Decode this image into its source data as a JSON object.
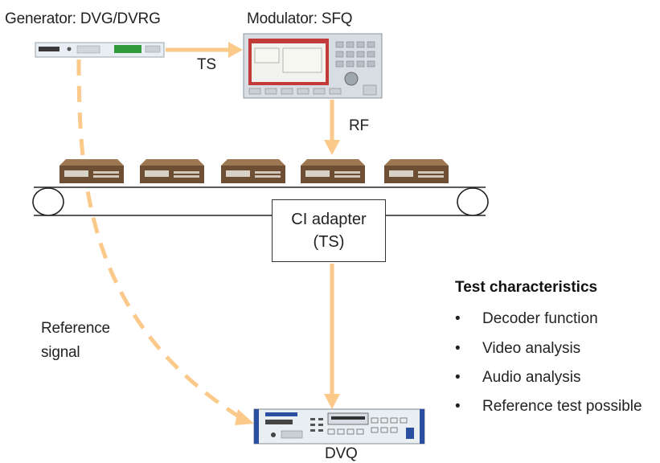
{
  "labels": {
    "generator": "Generator: DVG/DVRG",
    "modulator": "Modulator: SFQ",
    "ts": "TS",
    "rf": "RF",
    "ci_adapter_line1": "CI adapter",
    "ci_adapter_line2": "(TS)",
    "reference_line1": "Reference",
    "reference_line2": "signal",
    "dvq": "DVQ"
  },
  "test_characteristics": {
    "title": "Test characteristics",
    "bullet": "•",
    "items": [
      "Decoder function",
      "Video analysis",
      "Audio analysis",
      "Reference test possible"
    ]
  },
  "colors": {
    "arrow": "#fbc98a",
    "device_body": "#7a5a3c",
    "conveyor": "#222222",
    "panel_blue": "#2a4fa0"
  }
}
